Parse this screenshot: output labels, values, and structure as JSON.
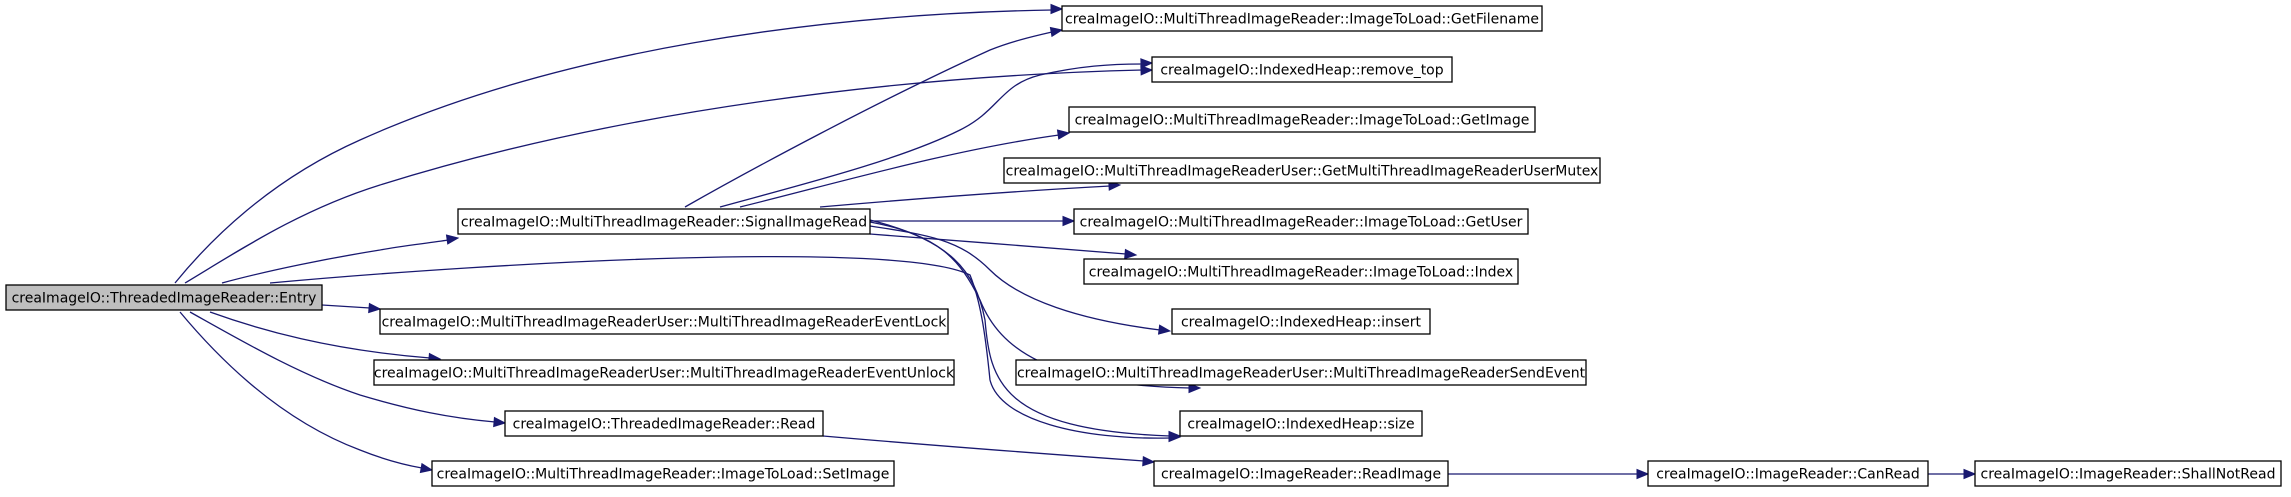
{
  "diagram": {
    "type": "call-graph",
    "colors": {
      "edge": "#191970",
      "root_fill": "#bfbfbf",
      "node_fill": "#ffffff",
      "border": "#000000"
    },
    "nodes": [
      {
        "id": "entry",
        "label": "creaImageIO::ThreadedImageReader::Entry"
      },
      {
        "id": "signal",
        "label": "creaImageIO::MultiThreadImageReader::SignalImageRead"
      },
      {
        "id": "lock",
        "label": "creaImageIO::MultiThreadImageReaderUser::MultiThreadImageReaderEventLock"
      },
      {
        "id": "unlock",
        "label": "creaImageIO::MultiThreadImageReaderUser::MultiThreadImageReaderEventUnlock"
      },
      {
        "id": "tread",
        "label": "creaImageIO::ThreadedImageReader::Read"
      },
      {
        "id": "setimage",
        "label": "creaImageIO::MultiThreadImageReader::ImageToLoad::SetImage"
      },
      {
        "id": "getfilename",
        "label": "creaImageIO::MultiThreadImageReader::ImageToLoad::GetFilename"
      },
      {
        "id": "removetop",
        "label": "creaImageIO::IndexedHeap::remove_top"
      },
      {
        "id": "getimage",
        "label": "creaImageIO::MultiThreadImageReader::ImageToLoad::GetImage"
      },
      {
        "id": "getmutex",
        "label": "creaImageIO::MultiThreadImageReaderUser::GetMultiThreadImageReaderUserMutex"
      },
      {
        "id": "getuser",
        "label": "creaImageIO::MultiThreadImageReader::ImageToLoad::GetUser"
      },
      {
        "id": "index",
        "label": "creaImageIO::MultiThreadImageReader::ImageToLoad::Index"
      },
      {
        "id": "insert",
        "label": "creaImageIO::IndexedHeap::insert"
      },
      {
        "id": "sendevent",
        "label": "creaImageIO::MultiThreadImageReaderUser::MultiThreadImageReaderSendEvent"
      },
      {
        "id": "size",
        "label": "creaImageIO::IndexedHeap::size"
      },
      {
        "id": "readimage",
        "label": "creaImageIO::ImageReader::ReadImage"
      },
      {
        "id": "canread",
        "label": "creaImageIO::ImageReader::CanRead"
      },
      {
        "id": "shallnotread",
        "label": "creaImageIO::ImageReader::ShallNotRead"
      }
    ],
    "edges": [
      {
        "from": "entry",
        "to": "getfilename"
      },
      {
        "from": "entry",
        "to": "removetop"
      },
      {
        "from": "entry",
        "to": "signal"
      },
      {
        "from": "entry",
        "to": "size"
      },
      {
        "from": "entry",
        "to": "lock"
      },
      {
        "from": "entry",
        "to": "unlock"
      },
      {
        "from": "entry",
        "to": "tread"
      },
      {
        "from": "entry",
        "to": "setimage"
      },
      {
        "from": "signal",
        "to": "getfilename"
      },
      {
        "from": "signal",
        "to": "removetop"
      },
      {
        "from": "signal",
        "to": "getimage"
      },
      {
        "from": "signal",
        "to": "getmutex"
      },
      {
        "from": "signal",
        "to": "getuser"
      },
      {
        "from": "signal",
        "to": "index"
      },
      {
        "from": "signal",
        "to": "insert"
      },
      {
        "from": "signal",
        "to": "sendevent"
      },
      {
        "from": "signal",
        "to": "size"
      },
      {
        "from": "tread",
        "to": "readimage"
      },
      {
        "from": "readimage",
        "to": "canread"
      },
      {
        "from": "canread",
        "to": "shallnotread"
      }
    ]
  }
}
